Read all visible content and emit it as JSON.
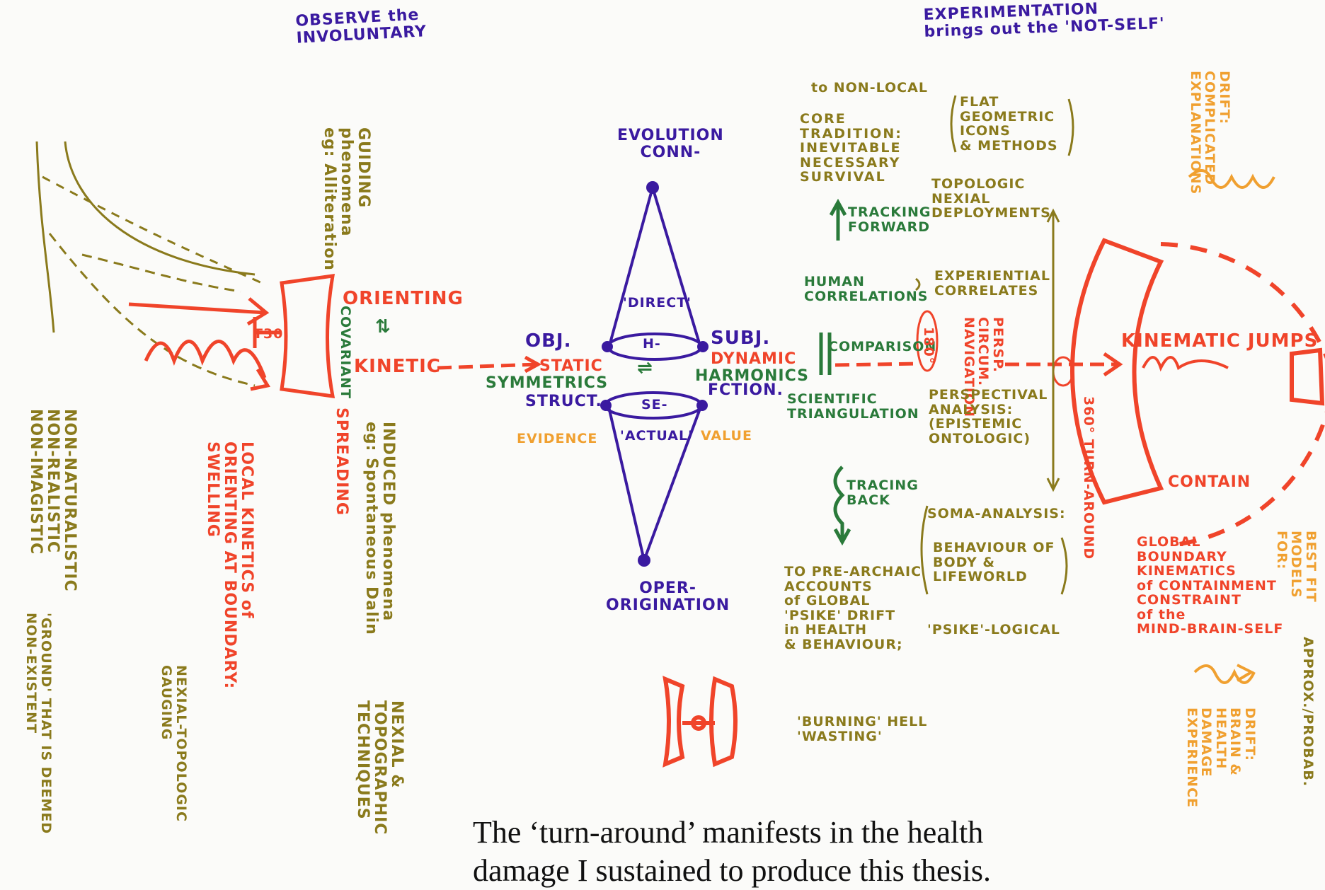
{
  "header": {
    "observe": "OBSERVE the\nINVOLUNTARY",
    "experimentation": "EXPERIMENTATION\nbrings out the 'NOT-SELF'"
  },
  "left": {
    "guiding": "GUIDING\nphenomena\neg: Alliteration",
    "orienting": "ORIENTING",
    "kinetic": "KINETIC",
    "arrows": "⇅",
    "covariant": "COVARIANT",
    "spreading": "SPREADING",
    "t30": "T30",
    "induced": "INDUCED phenomena\neg: Spontaneous Dalin",
    "local": "LOCAL KINETICS of\nORIENTING AT BOUNDARY:\nSWELLING",
    "non": "NON-NATURALISTIC\nNON-REALISTIC\nNON-IMAGISTIC",
    "ground": "'GROUND' THAT IS DEEMED\nNON-EXISTENT",
    "nexial_topologic": "NEXIAL-TOPOLOGIC\nGAUGING",
    "nexial_topographic": "NEXIAL &\nTOPOGRAPHIC\nTECHNIQUES"
  },
  "center": {
    "evolution": "EVOLUTION\nCONN-",
    "direct": "'DIRECT'",
    "h": "H-",
    "obj": "OBJ.",
    "subj": "SUBJ.",
    "static": "STATIC",
    "dynamic": "DYNAMIC",
    "symmetrics": "SYMMETRICS",
    "harmonics": "HARMONICS",
    "struct": "STRUCT.",
    "fction": "FCTION.",
    "equil": "⇌",
    "se": "SE-",
    "evidence": "EVIDENCE",
    "actual": "'ACTUAL'",
    "value": "VALUE",
    "oper": "OPER-\nORIGINATION"
  },
  "right_text": {
    "to_nonlocal": "to NON-LOCAL",
    "core": "CORE\nTRADITION:\nINEVITABLE\nNECESSARY\nSURVIVAL",
    "flat": "FLAT\nGEOMETRIC\nICONS\n& METHODS",
    "topologic": "TOPOLOGIC\nNEXIAL\nDEPLOYMENTS",
    "tracking": "TRACKING\nFORWARD",
    "human": "HUMAN\nCORRELATIONS",
    "experiential": "EXPERIENTIAL\nCORRELATES",
    "comparison": "COMPARISON",
    "deg180": "180°",
    "persp": "PERSP.\nCIRCUM.\nNAVIGATION",
    "scientific": "SCIENTIFIC\nTRIANGULATION",
    "perspectival": "PERSPECTIVAL\nANALYSIS:\n(EPISTEMIC\nONTOLOGIC)",
    "deg360": "360° TURN-AROUND",
    "tracing": "TRACING\nBACK",
    "soma": "SOMA-ANALYSIS:",
    "behaviour": "BEHAVIOUR OF\nBODY &\nLIFEWORLD",
    "pre_archaic": "TO PRE-ARCHAIC\nACCOUNTS\nof GLOBAL\n'PSIKE' DRIFT\nin HEALTH\n& BEHAVIOUR;",
    "psike_logical": "'PSIKE'-LOGICAL",
    "burning": "'BURNING' HELL\n'WASTING'"
  },
  "far_right": {
    "drift1": "DRIFT:\nCOMPLICATED\nEXPLANATIONS",
    "kinematic": "KINEMATIC JUMPS",
    "contain": "CONTAIN",
    "global": "GLOBAL\nBOUNDARY\nKINEMATICS\nof CONTAINMENT\nCONSTRAINT\nof the\nMIND-BRAIN-SELF",
    "bestfit": "BEST FIT\nMODELS\nFOR:",
    "approx": "APPROX./PROBAB.",
    "drift2": "DRIFT:\nBRAIN &\nHEALTH\nDAMAGE\nEXPERIENCE"
  },
  "caption": "The ‘turn-around’ manifests in the health\ndamage I sustained to produce this thesis.",
  "colors": {
    "blue": "#3a1aa0",
    "green": "#2a7a3a",
    "olive": "#8a7a1c",
    "red": "#f0442a",
    "orange": "#f0a030"
  }
}
